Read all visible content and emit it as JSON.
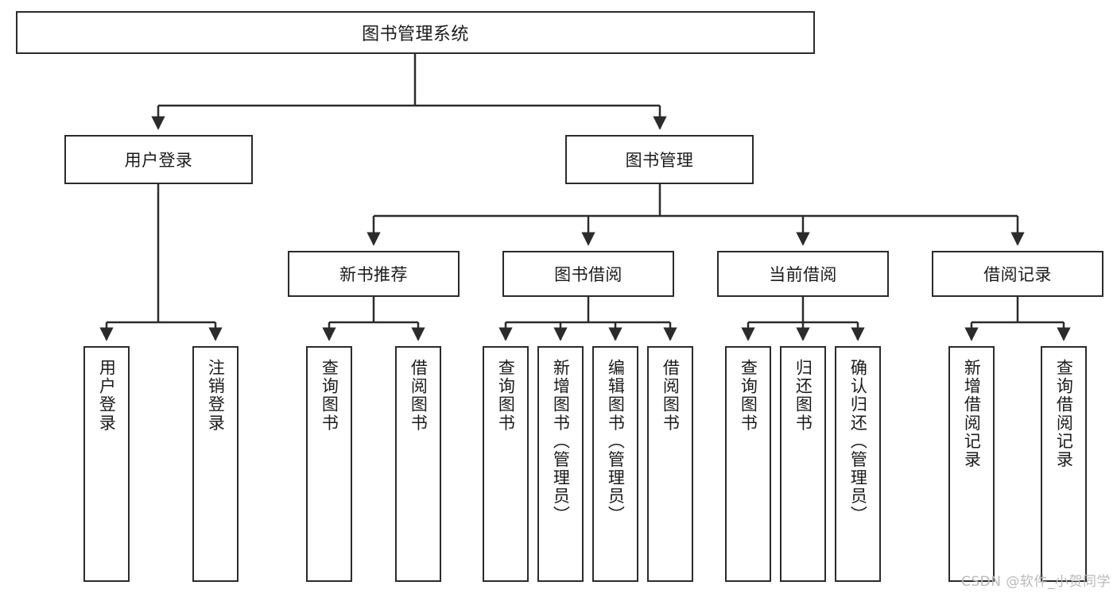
{
  "diagram": {
    "title": "图书管理系统",
    "type": "tree-hierarchy-chart",
    "orientation": "top-down",
    "colors": {
      "box_border": "#2b2b2b",
      "box_fill": "#ffffff",
      "connector": "#2b2b2b",
      "text": "#1b1b1b",
      "watermark": "#b9b9b9",
      "background": "#ffffff"
    }
  },
  "watermark": {
    "text": "CSDN @软件_小贺同学"
  },
  "root": {
    "label": "图书管理系统"
  },
  "level1": [
    {
      "label": "用户登录"
    },
    {
      "label": "图书管理"
    }
  ],
  "level2": [
    {
      "label": "新书推荐"
    },
    {
      "label": "图书借阅"
    },
    {
      "label": "当前借阅"
    },
    {
      "label": "借阅记录"
    }
  ],
  "leaves": {
    "user_login": [
      {
        "label": "用户登录"
      },
      {
        "label": "注销登录"
      }
    ],
    "new_book_recommend": [
      {
        "label": "查询图书"
      },
      {
        "label": "借阅图书"
      }
    ],
    "book_borrow": [
      {
        "label": "查询图书"
      },
      {
        "label": "新增图书（管理员）"
      },
      {
        "label": "编辑图书（管理员）"
      },
      {
        "label": "借阅图书"
      }
    ],
    "current_borrow": [
      {
        "label": "查询图书"
      },
      {
        "label": "归还图书"
      },
      {
        "label": "确认归还（管理员）"
      }
    ],
    "borrow_record": [
      {
        "label": "新增借阅记录"
      },
      {
        "label": "查询借阅记录"
      }
    ]
  }
}
